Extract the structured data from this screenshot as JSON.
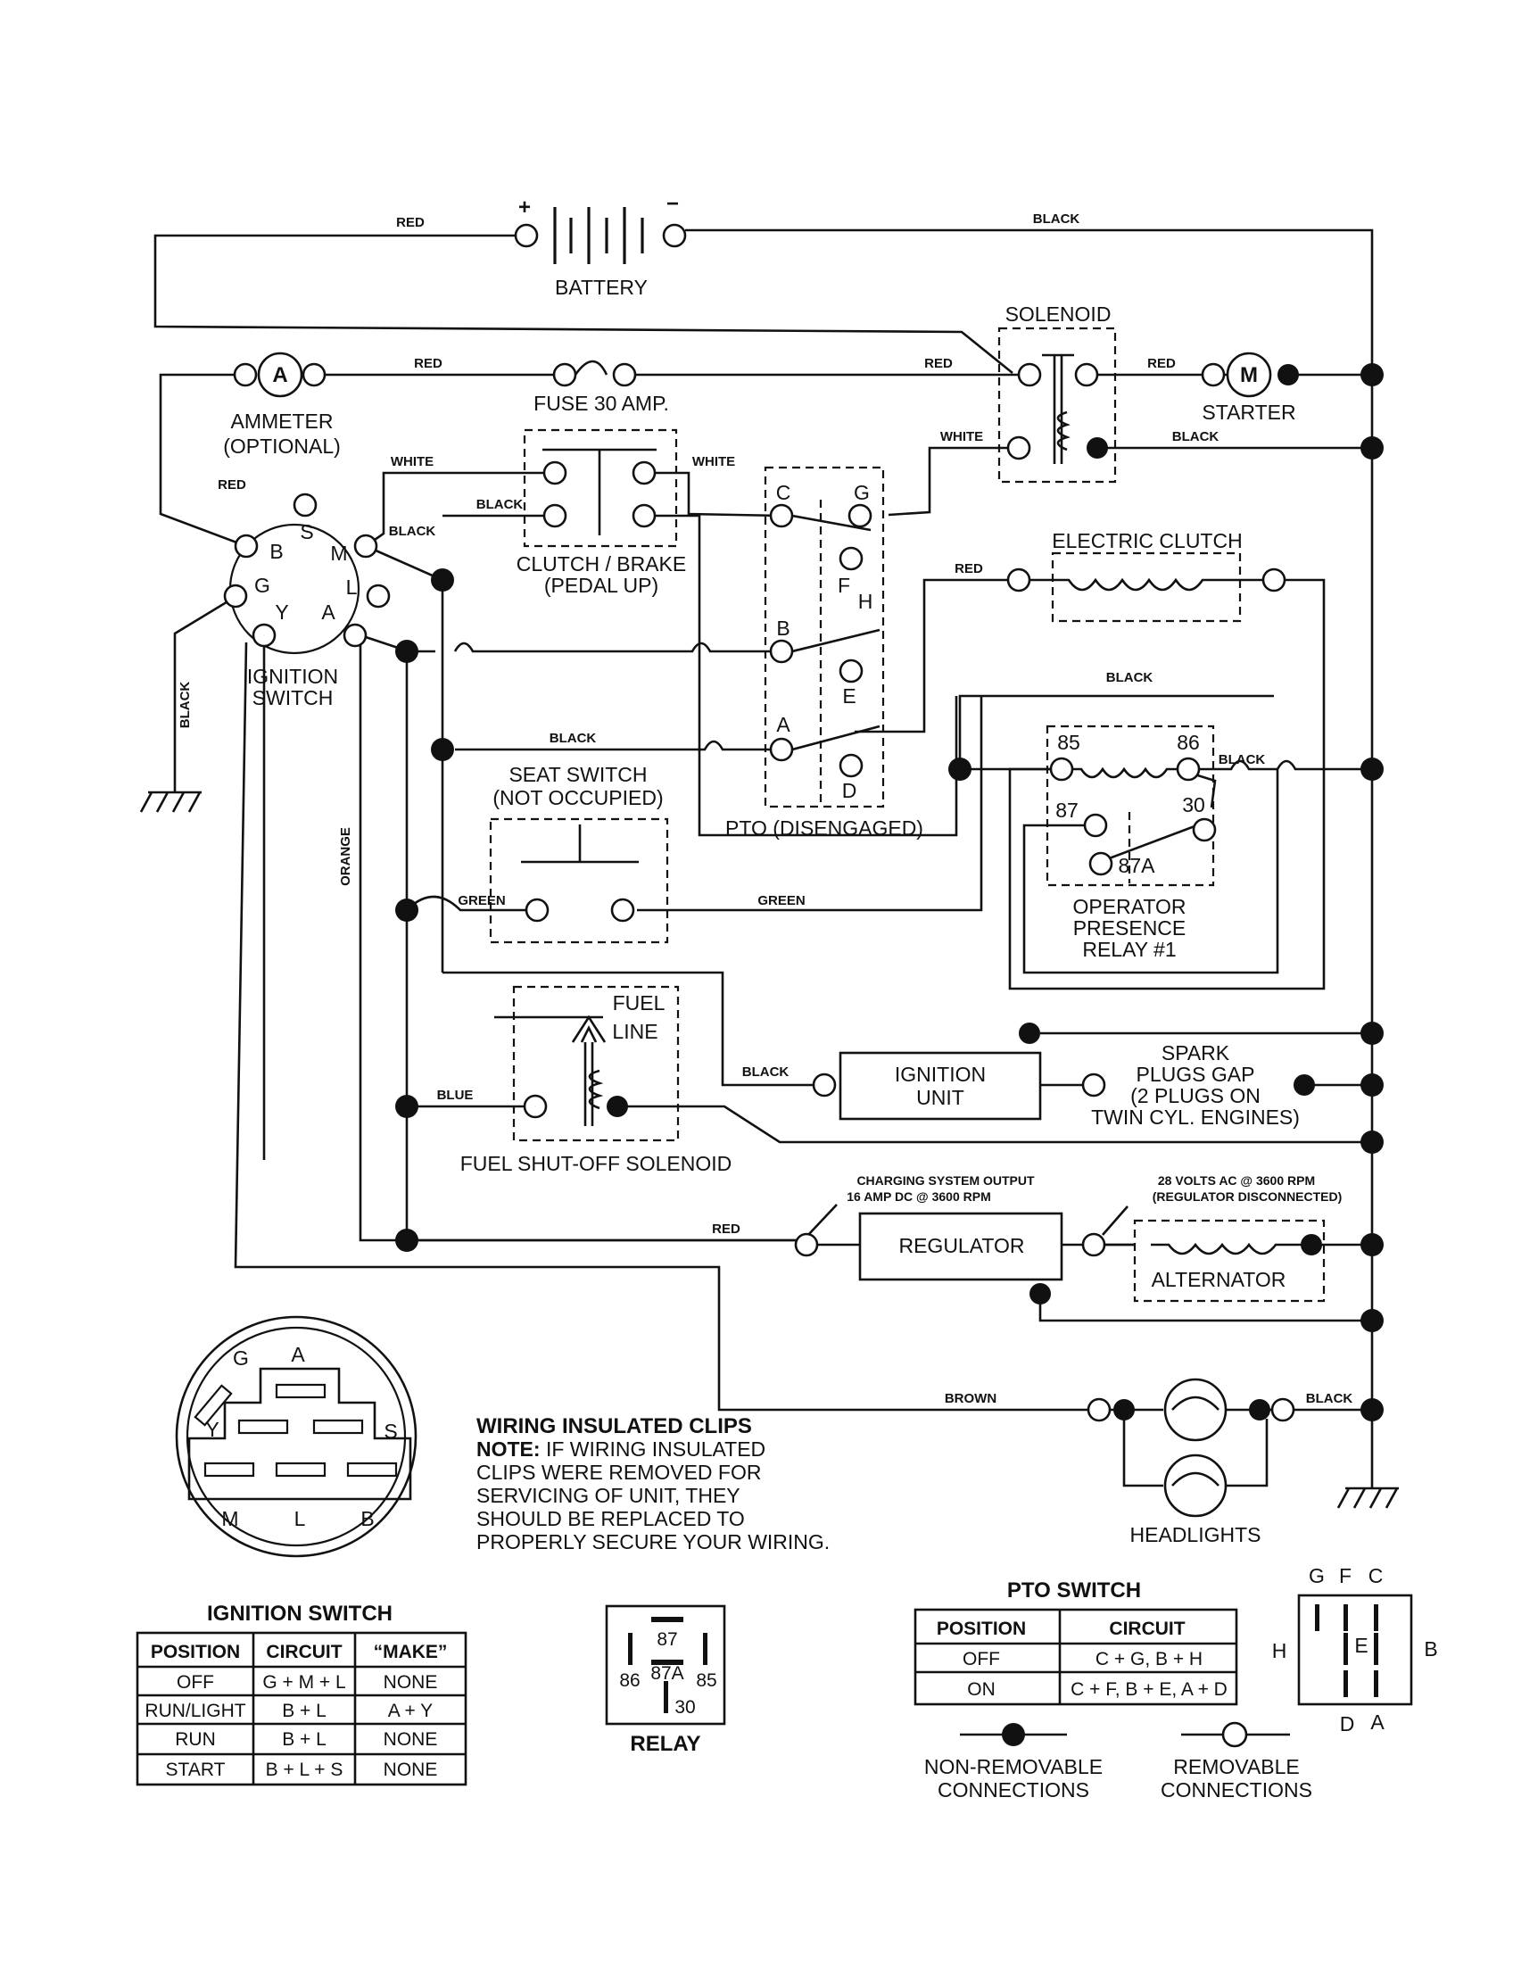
{
  "wire_labels": {
    "battery_pos": "RED",
    "battery_neg": "BLACK",
    "ammeter_fuse": "RED",
    "fuse_solenoid": "RED",
    "solenoid_starter": "RED",
    "solenoid_coil_in": "WHITE",
    "solenoid_ground": "BLACK",
    "switch_to_clutch_white": "WHITE",
    "clutch_to_pto_white": "WHITE",
    "clutch_black": "BLACK",
    "ignition_m_black": "BLACK",
    "ignition_b_red": "RED",
    "ignition_g_black": "BLACK",
    "pto_e_clutch_red": "RED",
    "relay_black_top": "BLACK",
    "relay_black_86": "BLACK",
    "seat_black": "BLACK",
    "seat_green_left": "GREEN",
    "seat_green_right": "GREEN",
    "orange": "ORANGE",
    "ignition_unit_black": "BLACK",
    "fuel_blue": "BLUE",
    "regulator_red": "RED",
    "headlight_brown": "BROWN",
    "headlight_black": "BLACK"
  },
  "components": {
    "battery": "BATTERY",
    "battery_plus": "+",
    "battery_minus": "−",
    "solenoid": "SOLENOID",
    "ammeter_symbol": "A",
    "ammeter_line1": "AMMETER",
    "ammeter_line2": "(OPTIONAL)",
    "fuse": "FUSE 30 AMP.",
    "starter_symbol": "M",
    "starter": "STARTER",
    "clutch_brake_line1": "CLUTCH / BRAKE",
    "clutch_brake_line2": "(PEDAL UP)",
    "electric_clutch": "ELECTRIC CLUTCH",
    "ignition_switch_line1": "IGNITION",
    "ignition_switch_line2": "SWITCH",
    "seat_switch_line1": "SEAT SWITCH",
    "seat_switch_line2": "(NOT OCCUPIED)",
    "pto": "PTO (DISENGAGED)",
    "relay_line1": "OPERATOR",
    "relay_line2": "PRESENCE",
    "relay_line3": "RELAY #1",
    "fuel_line1": "FUEL",
    "fuel_line2": "LINE",
    "fuel_solenoid": "FUEL SHUT-OFF SOLENOID",
    "ignition_unit_line1": "IGNITION",
    "ignition_unit_line2": "UNIT",
    "spark_line1": "SPARK",
    "spark_line2": "PLUGS GAP",
    "spark_line3": "(2 PLUGS ON",
    "spark_line4": "TWIN CYL. ENGINES)",
    "charging_line1": "CHARGING SYSTEM OUTPUT",
    "charging_line2": "16 AMP DC @ 3600 RPM",
    "ac_line1": "28 VOLTS AC @ 3600 RPM",
    "ac_line2": "(REGULATOR DISCONNECTED)",
    "regulator": "REGULATOR",
    "alternator": "ALTERNATOR",
    "headlights": "HEADLIGHTS"
  },
  "terminal_letters": {
    "ign_B": "B",
    "ign_S": "S",
    "ign_M": "M",
    "ign_G": "G",
    "ign_L": "L",
    "ign_Y": "Y",
    "ign_A": "A",
    "pto_C": "C",
    "pto_G": "G",
    "pto_F": "F",
    "pto_H": "H",
    "pto_B": "B",
    "pto_E": "E",
    "pto_A": "A",
    "pto_D": "D",
    "relay_85": "85",
    "relay_86": "86",
    "relay_87": "87",
    "relay_30": "30",
    "relay_87A": "87A"
  },
  "note": {
    "title": "WIRING INSULATED CLIPS",
    "lead": "NOTE:",
    "line1": " IF WIRING INSULATED",
    "line2": "CLIPS WERE REMOVED FOR",
    "line3": "SERVICING OF UNIT, THEY",
    "line4": "SHOULD BE REPLACED TO",
    "line5": "PROPERLY SECURE YOUR WIRING."
  },
  "ignition_face": {
    "A": "A",
    "G": "G",
    "Y": "Y",
    "S": "S",
    "M": "M",
    "L": "L",
    "B": "B"
  },
  "ignition_table": {
    "title": "IGNITION SWITCH",
    "headers": [
      "POSITION",
      "CIRCUIT",
      "“MAKE”"
    ],
    "rows": [
      [
        "OFF",
        "G + M + L",
        "NONE"
      ],
      [
        "RUN/LIGHT",
        "B + L",
        "A + Y"
      ],
      [
        "RUN",
        "B + L",
        "NONE"
      ],
      [
        "START",
        "B + L + S",
        "NONE"
      ]
    ]
  },
  "relay_legend": {
    "title": "RELAY",
    "p87": "87",
    "p87A": "87A",
    "p86": "86",
    "p85": "85",
    "p30": "30"
  },
  "pto_table": {
    "title": "PTO SWITCH",
    "headers": [
      "POSITION",
      "CIRCUIT"
    ],
    "rows": [
      [
        "OFF",
        "C + G, B + H"
      ],
      [
        "ON",
        "C + F, B + E, A + D"
      ]
    ]
  },
  "pto_face": {
    "G": "G",
    "F": "F",
    "C": "C",
    "H": "H",
    "E": "E",
    "B": "B",
    "D": "D",
    "A": "A"
  },
  "legend": {
    "nonremovable_line1": "NON-REMOVABLE",
    "nonremovable_line2": "CONNECTIONS",
    "removable_line1": "REMOVABLE",
    "removable_line2": "CONNECTIONS"
  }
}
